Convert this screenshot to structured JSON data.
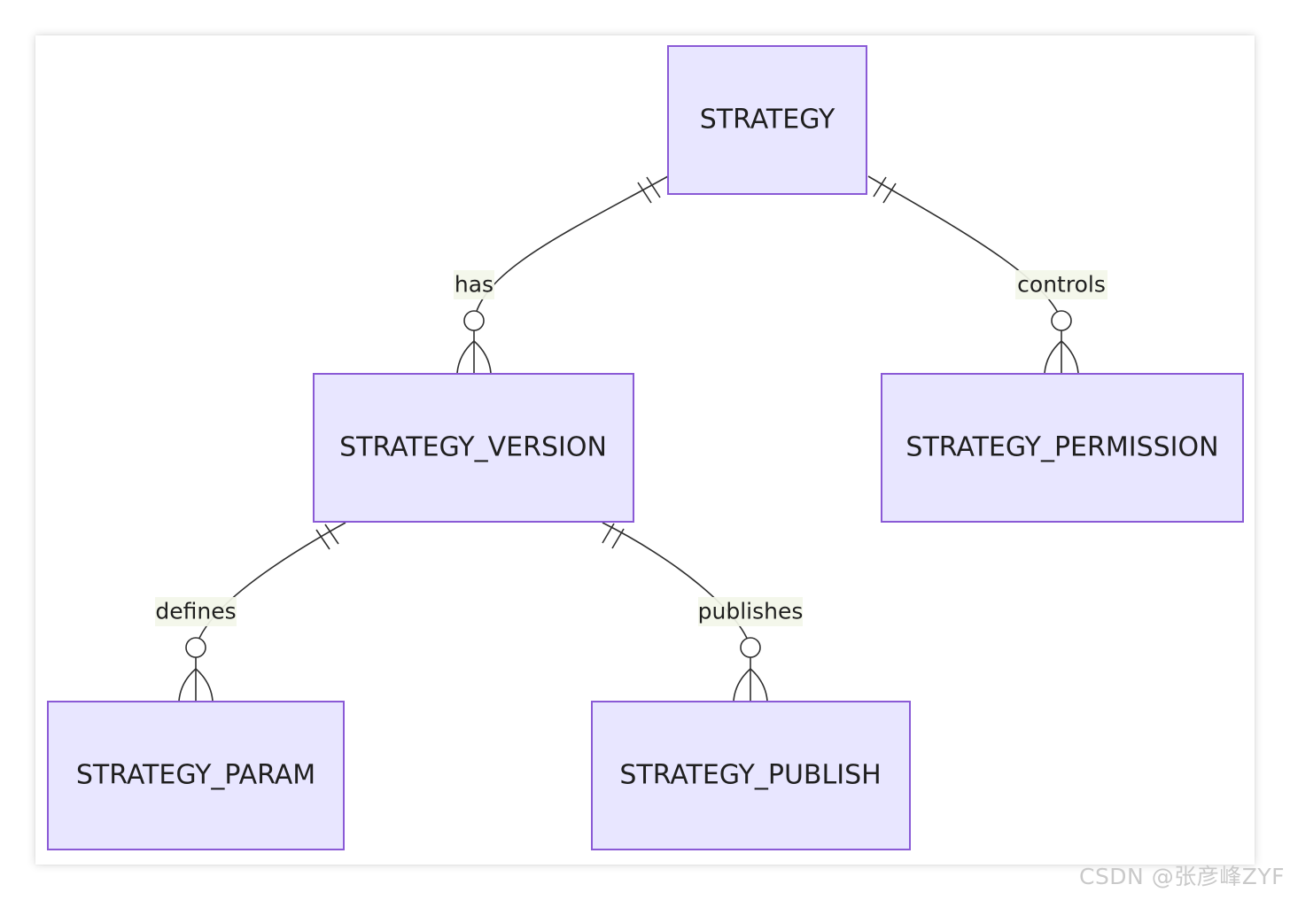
{
  "entities": {
    "strategy": "STRATEGY",
    "strategy_version": "STRATEGY_VERSION",
    "strategy_permission": "STRATEGY_PERMISSION",
    "strategy_param": "STRATEGY_PARAM",
    "strategy_publish": "STRATEGY_PUBLISH"
  },
  "relationships": {
    "has": "has",
    "controls": "controls",
    "defines": "defines",
    "publishes": "publishes"
  },
  "colors": {
    "entity_fill": "#e8e6ff",
    "entity_border": "#8a5ad6",
    "line": "#2f2f2f",
    "label_bg": "#f3f6e9"
  },
  "watermark": "CSDN @张彦峰ZYF"
}
